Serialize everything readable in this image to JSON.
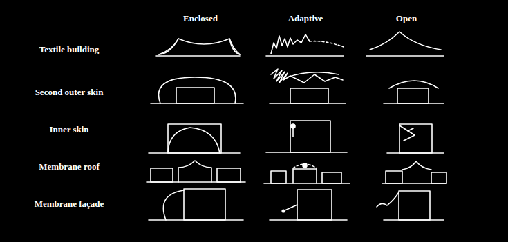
{
  "diagram": {
    "labels": [
      "Enclosed",
      "Adaptive",
      "Open",
      "Textile building",
      "Second outer skin",
      "Inner skin",
      "Membrane roof",
      "Membrane façade"
    ]
  }
}
